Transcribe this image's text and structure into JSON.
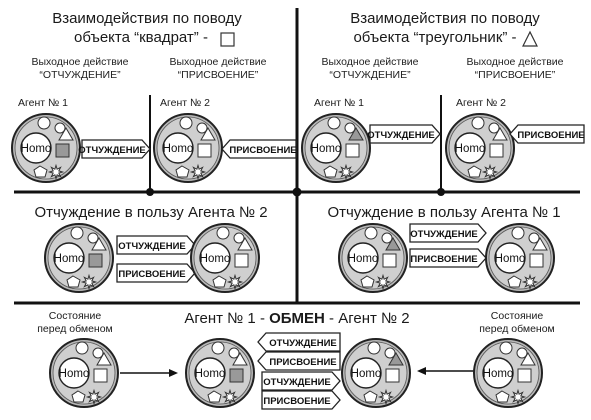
{
  "top_left": {
    "title_line1": "Взаимодействия по поводу",
    "title_line2": "объекта “квадрат” -",
    "col1_line1": "Выходное действие",
    "col1_line2": "“ОТЧУЖДЕНИЕ”",
    "col2_line1": "Выходное действие",
    "col2_line2": "“ПРИСВОЕНИЕ”",
    "agent1": "Агент № 1",
    "agent2": "Агент № 2"
  },
  "top_right": {
    "title_line1": "Взаимодействия по поводу",
    "title_line2": "объекта “треугольник” -",
    "col1_line1": "Выходное действие",
    "col1_line2": "“ОТЧУЖДЕНИЕ”",
    "col2_line1": "Выходное действие",
    "col2_line2": "“ПРИСВОЕНИЕ”",
    "agent1": "Агент № 1",
    "agent2": "Агент № 2"
  },
  "mid_left_title": "Отчуждение в пользу Агента № 2",
  "mid_right_title": "Отчуждение в пользу Агента № 1",
  "bottom": {
    "title_pre": "Агент № 1 - ",
    "title_bold": "ОБМЕН",
    "title_post": " - Агент № 2",
    "state_left_line1": "Состояние",
    "state_left_line2": "перед обменом",
    "state_right_line1": "Состояние",
    "state_right_line2": "перед обменом"
  },
  "labels": {
    "homo": "Homo",
    "alienation": "ОТЧУЖДЕНИЕ",
    "appropriation": "ПРИСВОЕНИЕ"
  }
}
